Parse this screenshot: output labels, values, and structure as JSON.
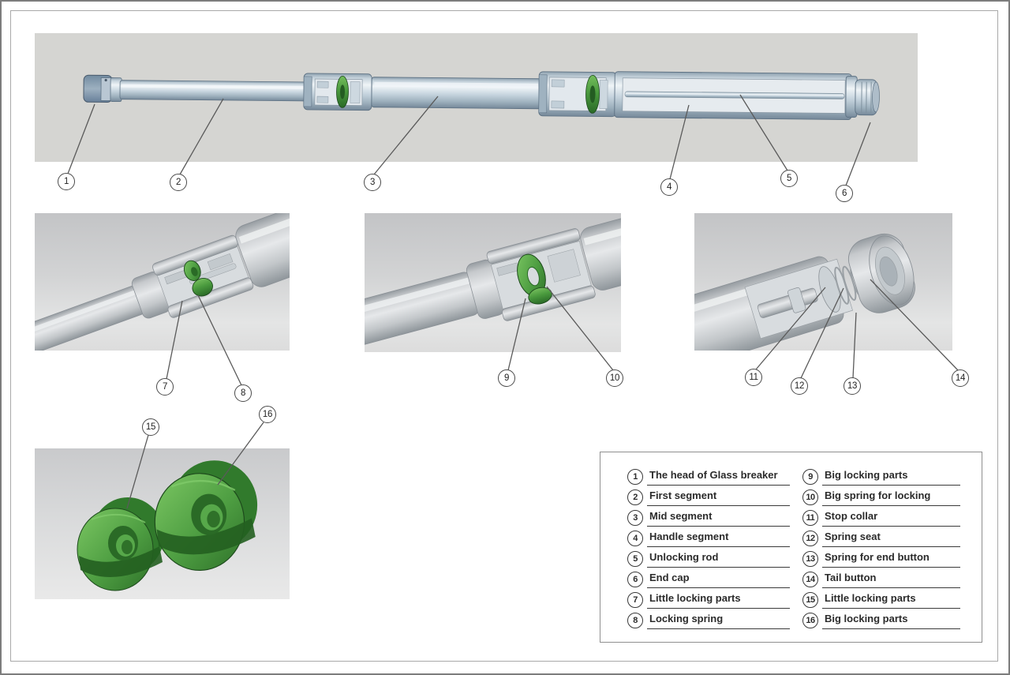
{
  "figure": {
    "type": "exploded-parts-diagram",
    "subject": "Telescopic glass breaker baton cross-section with part callouts"
  },
  "callouts": [
    "1",
    "2",
    "3",
    "4",
    "5",
    "6",
    "7",
    "8",
    "9",
    "10",
    "11",
    "12",
    "13",
    "14",
    "15",
    "16"
  ],
  "legend": {
    "left": [
      {
        "num": "1",
        "label": "The head of Glass breaker"
      },
      {
        "num": "2",
        "label": "First segment"
      },
      {
        "num": "3",
        "label": "Mid segment"
      },
      {
        "num": "4",
        "label": "Handle segment"
      },
      {
        "num": "5",
        "label": "Unlocking rod"
      },
      {
        "num": "6",
        "label": "End cap"
      },
      {
        "num": "7",
        "label": "Little locking parts"
      },
      {
        "num": "8",
        "label": "Locking spring"
      }
    ],
    "right": [
      {
        "num": "9",
        "label": "Big locking parts"
      },
      {
        "num": "10",
        "label": "Big spring for locking"
      },
      {
        "num": "11",
        "label": "Stop collar"
      },
      {
        "num": "12",
        "label": "Spring seat"
      },
      {
        "num": "13",
        "label": "Spring for end button"
      },
      {
        "num": "14",
        "label": "Tail button"
      },
      {
        "num": "15",
        "label": "Little locking parts"
      },
      {
        "num": "16",
        "label": "Big locking parts"
      }
    ]
  },
  "colors": {
    "panel_gray": "#d5d5d2",
    "metal_steel_blue": "#aebfcc",
    "accent_green": "#4a9a3e",
    "leader_line": "#5a5a5a"
  }
}
